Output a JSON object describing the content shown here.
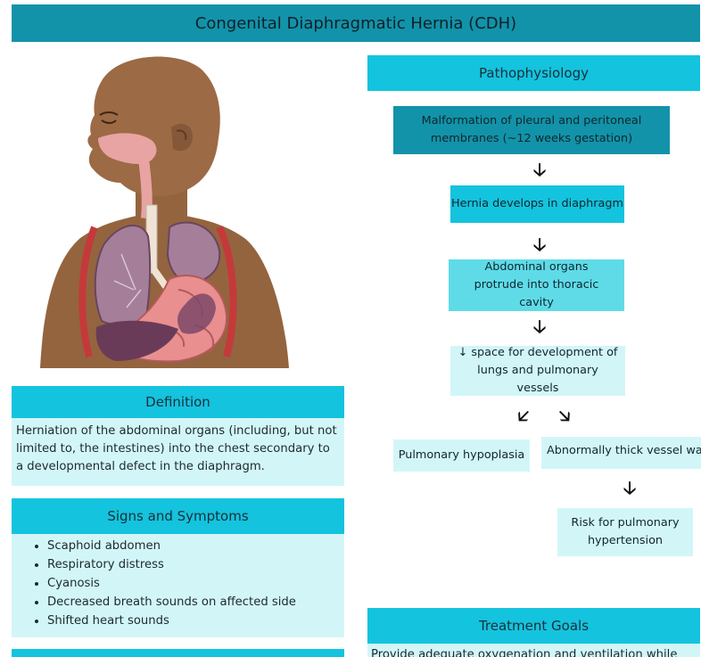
{
  "title": "Congenital Diaphragmatic Hernia (CDH)",
  "definition": {
    "heading": "Definition",
    "text": "Herniation of the abdominal organs (including, but not limited to, the intestines) into the chest secondary to a developmental defect in the diaphragm."
  },
  "signs": {
    "heading": "Signs and Symptoms",
    "items": [
      "Scaphoid abdomen",
      "Respiratory distress",
      "Cyanosis",
      "Decreased breath sounds on affected side",
      "Shifted heart sounds"
    ]
  },
  "pathophysiology": {
    "heading": "Pathophysiology",
    "steps": [
      "Malformation of pleural and peritoneal membranes (~12 weeks gestation)",
      "Hernia develops in diaphragm",
      "Abdominal organs protrude into thoracic cavity",
      "↓ space for development of lungs and pulmonary vessels"
    ],
    "branch_left": "Pulmonary hypoplasia",
    "branch_right": "Abnormally thick vessel walls",
    "risk": "Risk for pulmonary hypertension",
    "arrow_down": "🡣",
    "arrow_down_left": "🡧",
    "arrow_down_right": "🡦"
  },
  "treatment": {
    "heading": "Treatment Goals",
    "text": "Provide adequate oxygenation and ventilation while"
  },
  "colors": {
    "title_bg": "#1293a9",
    "header_bg": "#14c3de",
    "panel_bg": "#d2f6f8",
    "step1_bg": "#1293a9",
    "step2_bg": "#14c3de",
    "step3_bg": "#5fdbe8",
    "step4_bg": "#d2f6f8"
  },
  "illustration": {
    "icon": "child-respiratory-anatomy-illustration"
  }
}
